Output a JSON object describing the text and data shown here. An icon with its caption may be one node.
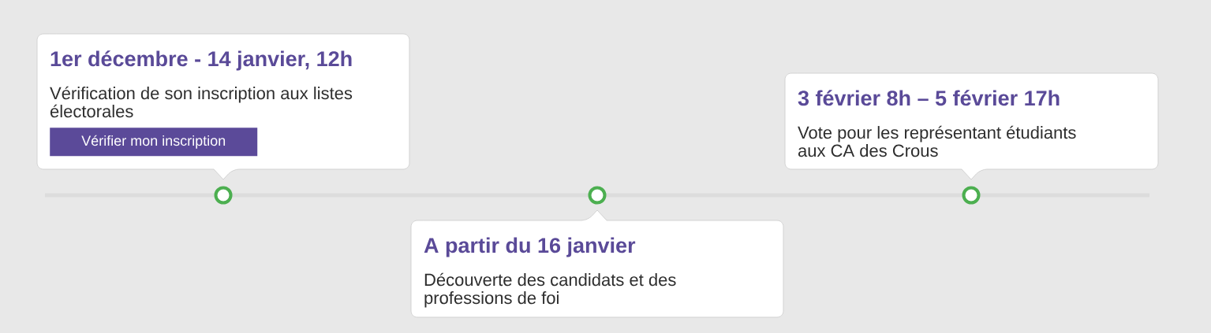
{
  "diagram": {
    "nodes": [
      {
        "text": [
          "1er décembre - 14 janvier, 12h",
          "Vérification de son inscription aux listes électorales"
        ]
      },
      {
        "text": [
          "Vérifier mon inscription"
        ],
        "in": 0
      },
      {
        "text": [
          "3 février 8h – 5 février 17h",
          "Vote pour les représentant étudiants aux CA des Crous"
        ]
      },
      {
        "text": [],
        "shape": "circle"
      },
      {
        "text": [],
        "shape": "circle"
      },
      {
        "text": [],
        "shape": "circle"
      },
      {
        "text": [
          "A partir du 16 janvier",
          "Découverte des candidats et des professions de foi"
        ]
      }
    ]
  }
}
